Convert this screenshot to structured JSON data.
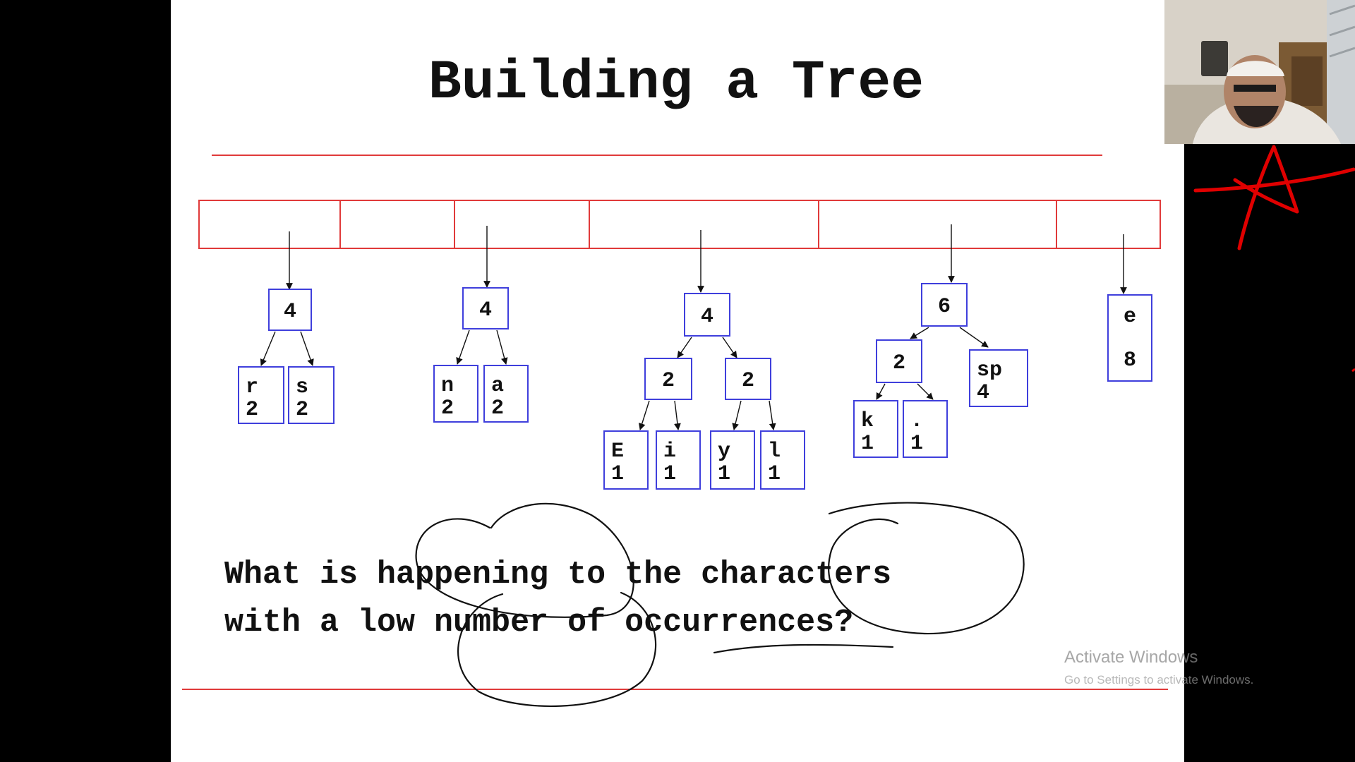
{
  "slide": {
    "title": "Building a Tree",
    "question_line1": "What is happening to the characters",
    "question_line2": "with a low number of occurrences?"
  },
  "trees": [
    {
      "root": "4",
      "children": [
        {
          "c": "r",
          "n": "2"
        },
        {
          "c": "s",
          "n": "2"
        }
      ]
    },
    {
      "root": "4",
      "children": [
        {
          "c": "n",
          "n": "2"
        },
        {
          "c": "a",
          "n": "2"
        }
      ]
    },
    {
      "root": "4",
      "mid": [
        {
          "value": "2",
          "children": [
            {
              "c": "E",
              "n": "1"
            },
            {
              "c": "i",
              "n": "1"
            }
          ]
        },
        {
          "value": "2",
          "children": [
            {
              "c": "y",
              "n": "1"
            },
            {
              "c": "l",
              "n": "1"
            }
          ]
        }
      ]
    },
    {
      "root": "6",
      "mid": [
        {
          "value": "2",
          "children": [
            {
              "c": "k",
              "n": "1"
            },
            {
              "c": ".",
              "n": "1"
            }
          ]
        }
      ],
      "leaf": {
        "c": "sp",
        "n": "4"
      }
    },
    {
      "single": {
        "c": "e",
        "n": "8"
      }
    }
  ],
  "watermark": {
    "line1": "Activate Windows",
    "line2": "Go to Settings to activate Windows."
  },
  "colors": {
    "box": "#3f3fdc",
    "rule": "#e03a3a",
    "annotation": "#e00000",
    "ink": "#111111"
  },
  "overlays": {
    "webcam": "presenter-webcam",
    "star": "red-star-annotation"
  }
}
